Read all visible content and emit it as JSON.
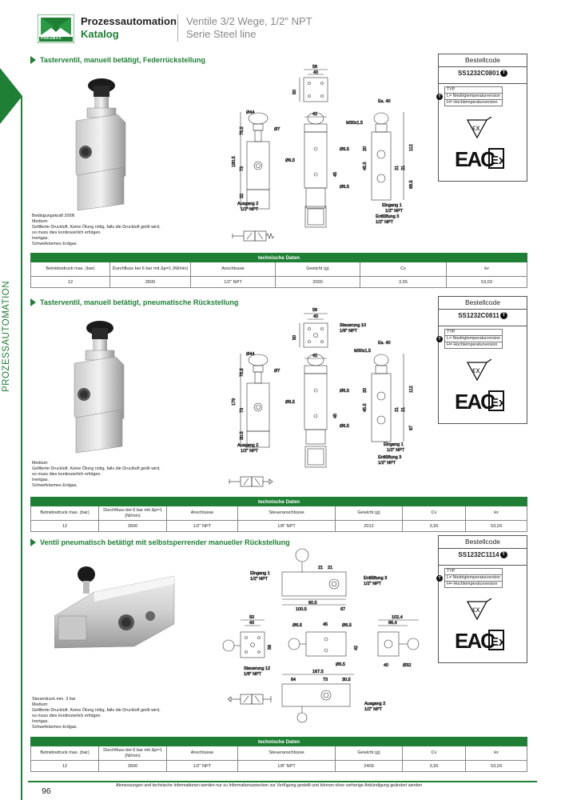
{
  "header": {
    "title": "Prozessautomation",
    "subtitle": "Katalog",
    "right_line1": "Ventile 3/2 Wege, 1/2\" NPT",
    "right_line2": "Serie Steel line",
    "logo_text": "PNEUMAX"
  },
  "sidebar": {
    "label": "PROZESSAUTOMATION"
  },
  "colors": {
    "brand_green": "#1e7f35"
  },
  "sections": [
    {
      "title": "Tasterventil, manuell betätigt, Federrückstellung",
      "notes": [
        "Betätigungskraft 200N",
        "Medium:",
        "Gefilterte Druckluft. Keine Ölung nötig, falls die Druckluft geölt wird,",
        "so muss dies kontinuierlich erfolgen.",
        "Inertgas.",
        "Schwefelarmes Erdgas."
      ],
      "bestellcode": {
        "head": "Bestellcode",
        "code": "SS1232C0801",
        "badge": "T",
        "typ": "TYP",
        "row_l": "L= Niedrigtemperaturversion",
        "row_h": "H= Hochtemperaturversion"
      },
      "table": {
        "title": "technische Daten",
        "headers": [
          "Betriebsdruck max. (bar)",
          "Durchfluss bei 6 bar mit Δp=1 (Nl/min)",
          "Anschlusse",
          "Gewicht (g)",
          "Cv",
          "kv"
        ],
        "values": [
          "12",
          "3500",
          "1/2\" NPT",
          "2000",
          "3,55",
          "53,03"
        ]
      },
      "dims": {
        "top_w1": "58",
        "top_w2": "40",
        "top_h": "50",
        "d44": "Ø44",
        "d7": "Ø7",
        "h1805": "180.5",
        "h755": "75.5",
        "h73": "73",
        "h32": "32",
        "w42": "42",
        "d65a": "Ø6.5",
        "d65b": "Ø6.5",
        "d65c": "Ø6.5",
        "h45": "45",
        "m30": "M30x1.5",
        "es40": "Es. 40",
        "h20": "20",
        "h455": "45.5",
        "h21a": "21",
        "h21b": "21",
        "h112": "112",
        "h685": "68.5",
        "ausgang": "Ausgang 2",
        "ausgang_npt": "1/2\" NPT",
        "eingang": "Eingang 1",
        "eingang_npt": "1/2\" NPT",
        "entl": "Entlüftung 3",
        "entl_npt": "1/2\" NPT"
      }
    },
    {
      "title": "Tasterventil, manuell betätigt, pneumatische Rückstellung",
      "notes": [
        "Medium:",
        "Gefilterte Druckluft. Keine Ölung nötig, falls die Druckluft geölt wird,",
        "so muss dies kontinuierlich erfolgen.",
        "Inertgas.",
        "Schwefelarmes Erdgas."
      ],
      "bestellcode": {
        "head": "Bestellcode",
        "code": "SS1232C0811",
        "badge": "T",
        "typ": "TYP",
        "row_l": "L= Niedrigtemperaturversion",
        "row_h": "H= Hochtemperaturversion"
      },
      "table": {
        "title": "technische Daten",
        "headers": [
          "Betriebsdruck max. (bar)",
          "Durchfluss bei 6 bar mit Δp=1 (Nl/min)",
          "Anschlusse",
          "Steueranschlüsse",
          "Gewicht (g)",
          "Cv",
          "kv"
        ],
        "values": [
          "12",
          "3500",
          "1/2\" NPT",
          "1/8\" NPT",
          "2012",
          "3,55",
          "53,03"
        ]
      },
      "dims": {
        "top_w1": "58",
        "top_w2": "40",
        "top_h": "50",
        "steuer": "Steuerung 10",
        "steuer_npt": "1/8\" NPT",
        "d44": "Ø44",
        "d7": "Ø7",
        "h179": "179",
        "h755": "75.5",
        "h73": "73",
        "h305": "30.5",
        "w42": "42",
        "d65a": "Ø6.5",
        "d65b": "Ø6.5",
        "d65c": "Ø6.5",
        "h45": "45",
        "m30": "M30x1.5",
        "es40": "Es. 40",
        "h20": "20",
        "h455": "45.5",
        "h21a": "21",
        "h21b": "21",
        "h112": "112",
        "h67": "67",
        "ausgang": "Ausgang 2",
        "ausgang_npt": "1/2\" NPT",
        "eingang": "Eingang 1",
        "eingang_npt": "1/2\" NPT",
        "entl": "Entlüftung 3",
        "entl_npt": "1/2\" NPT"
      }
    },
    {
      "title": "Ventil pneumatisch betätigt mit selbstsperrender manueller Rückstellung",
      "notes": [
        "Steuerdruck min. 3 bar",
        "Medium:",
        "Gefilterte Druckluft. Keine Ölung nötig, falls die Druckluft geölt wird,",
        "so muss dies kontinuierlich erfolgen.",
        "Inertgas.",
        "Schwefelarmes Erdgas."
      ],
      "bestellcode": {
        "head": "Bestellcode",
        "code": "SS1232C1114",
        "badge": "T",
        "typ": "TYP",
        "row_l": "L= Niedrigtemperaturversion",
        "row_h": "H= Hochtemperaturversion"
      },
      "table": {
        "title": "technische Daten",
        "headers": [
          "Betriebsdruck max. (bar)",
          "Durchfluss bei 6 bar mit Δp=1 (Nl/min)",
          "Anschlusse",
          "Steueranschlüsse",
          "Gewicht (g)",
          "Cv",
          "kv"
        ],
        "values": [
          "12",
          "3500",
          "1/2\" NPT",
          "1/8\" NPT",
          "2409",
          "3,55",
          "53,03"
        ]
      },
      "dims": {
        "eingang": "Eingang 1",
        "eingang_npt": "1/2\" NPT",
        "entl": "Entlüftung 3",
        "entl_npt": "1/2\" NPT",
        "w21a": "21",
        "w21b": "21",
        "w605": "60.5",
        "w1005": "100.5",
        "w67": "67",
        "w50": "50",
        "w40": "40",
        "h58": "58",
        "d65a": "Ø6.5",
        "w45": "45",
        "d65b": "Ø6.5",
        "h42": "42",
        "d65c": "Ø6.5",
        "w1024": "102.4",
        "w864": "86.4",
        "w40b": "40",
        "d32": "Ø32",
        "steuer": "Steuerung 12",
        "steuer_npt": "1/8\" NPT",
        "w1675": "167.5",
        "w64": "64",
        "w73": "73",
        "w305": "30.5",
        "ausgang": "Ausgang 2",
        "ausgang_npt": "1/2\" NPT"
      }
    }
  ],
  "footer": {
    "page": "96",
    "text": "Abmessungen und technische Informationen werden nur zu Informationszwecken zur Verfügung gestellt und können ohne vorherige Ankündigung geändert werden"
  }
}
